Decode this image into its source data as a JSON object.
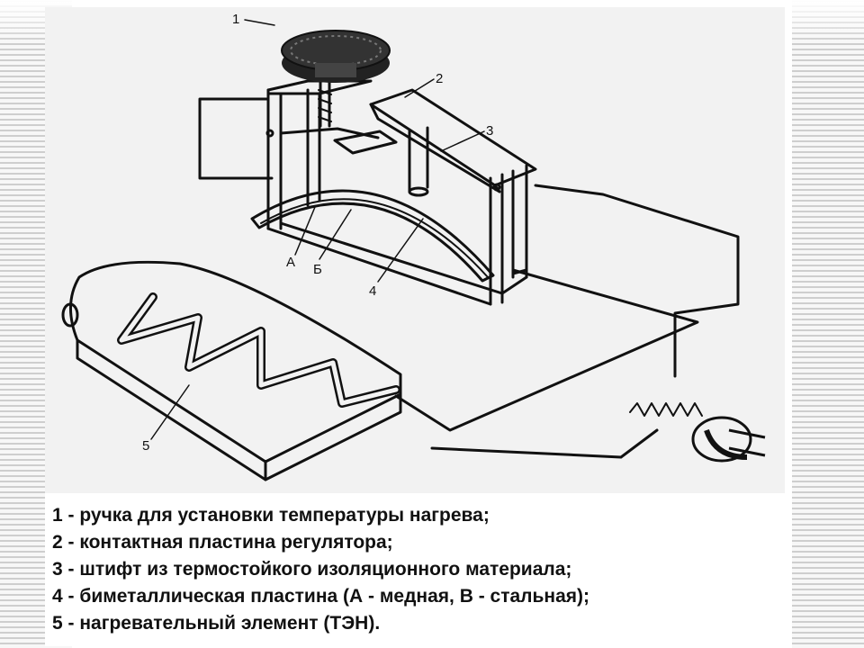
{
  "figure": {
    "callouts": [
      {
        "id": "1",
        "text": "1"
      },
      {
        "id": "2",
        "text": "2"
      },
      {
        "id": "3",
        "text": "3"
      },
      {
        "id": "4",
        "text": "4"
      },
      {
        "id": "A",
        "text": "А"
      },
      {
        "id": "B",
        "text": "Б"
      },
      {
        "id": "5",
        "text": "5"
      }
    ]
  },
  "legend": [
    "1 - ручка для установки температуры нагрева;",
    "2 - контактная пластина регулятора;",
    "3 - штифт из термостойкого изоляционного материала;",
    "4 - биметаллическая пластина (А - медная, В - стальная);",
    "5 - нагревательный элемент (ТЭН)."
  ],
  "colors": {
    "ink": "#111111",
    "figure_background": "#f2f2f2",
    "slide_background": "#ffffff"
  },
  "icons": [
    "temperature-knob-icon",
    "power-plug-icon"
  ]
}
